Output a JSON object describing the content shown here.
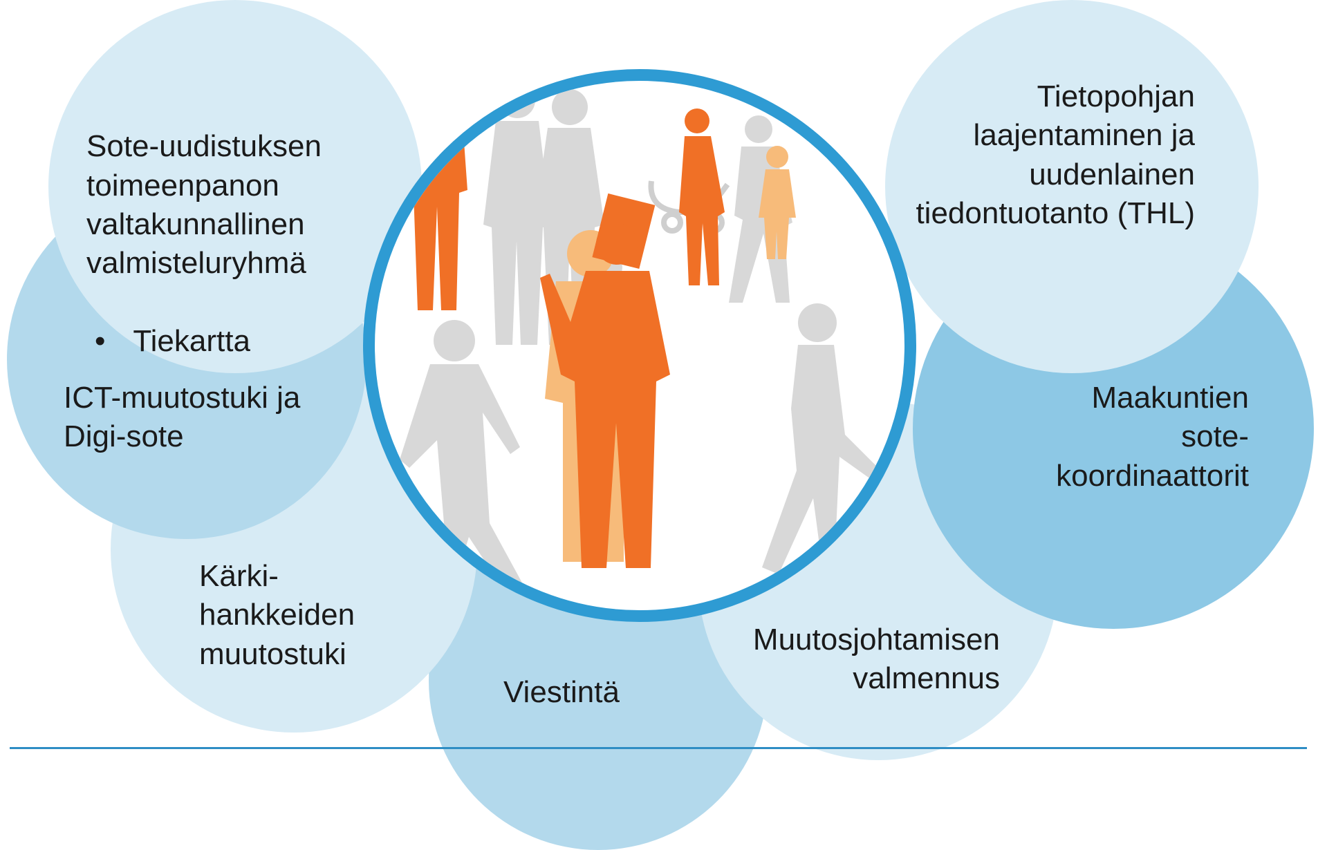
{
  "colors": {
    "bubble_light": "#d7ebf5",
    "bubble_mid": "#b3d9ec",
    "bubble_dark": "#8dc8e5",
    "ring": "#2e9bd3",
    "figure_orange": "#f07026",
    "figure_peach": "#f7bb7a",
    "figure_grey": "#d8d8d8",
    "rule": "#2e8dc4"
  },
  "topics": {
    "valmisteluryhma": "Sote-uudistuksen\ntoimeenpanon\nvaltakunnallinen\nvalmisteluryhmä",
    "tiekartta_bullet": "•",
    "tiekartta": "Tiekartta",
    "ict": "ICT-muutostuki ja\nDigi-sote",
    "karki": "Kärki-\nhankkeiden\nmuutostuki",
    "viestinta": "Viestintä",
    "muutosjohtaminen": "Muutosjohtamisen\nvalmennus",
    "tietopohja": "Tietopohjan\nlaajentaminen ja\nuudenlainen\ntiedontuotanto (THL)",
    "maakuntien": "Maakuntien\nsote-\nkoordinaattorit"
  },
  "icons": {
    "people": "people-silhouettes-illustration"
  }
}
